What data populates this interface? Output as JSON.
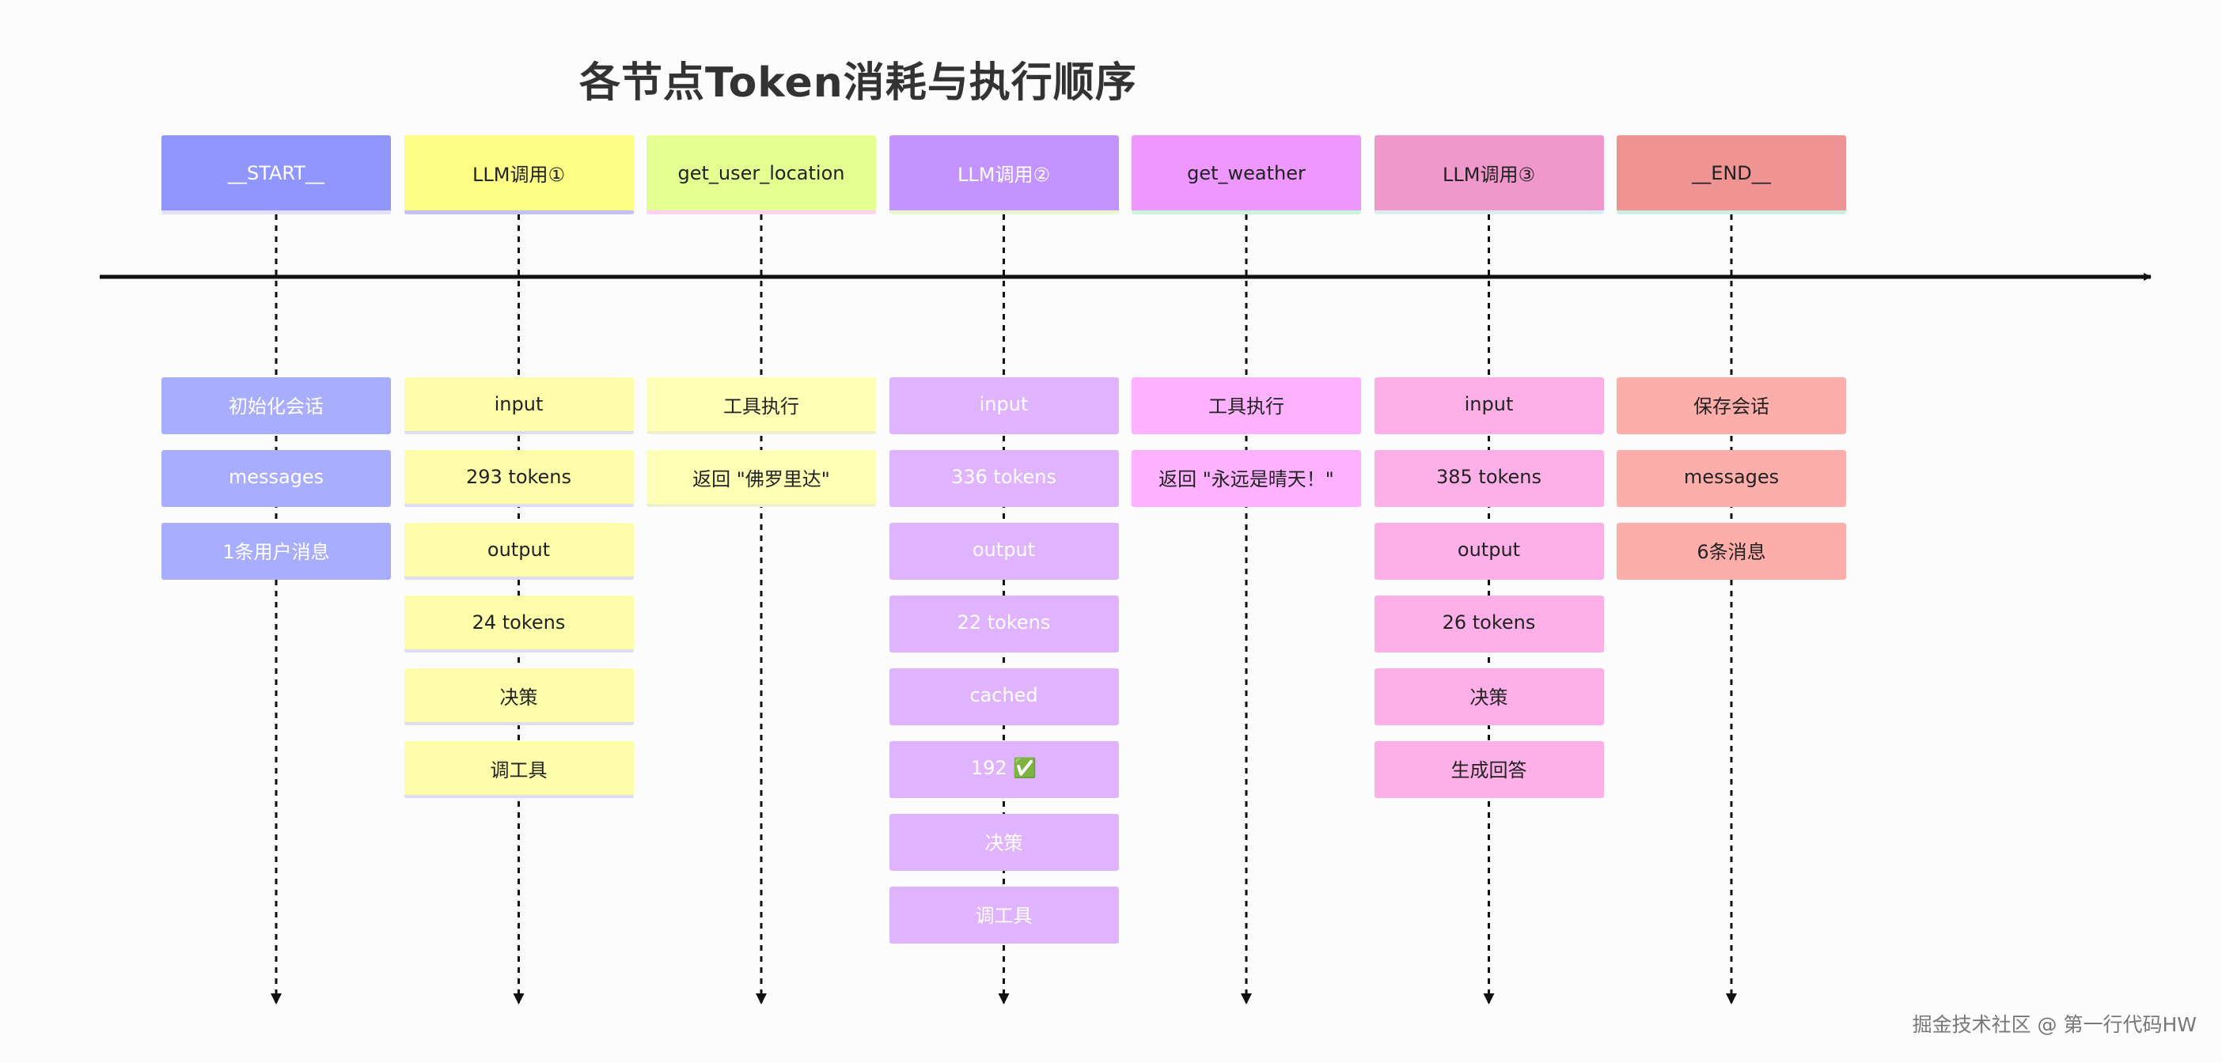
{
  "title": "各节点Token消耗与执行顺序",
  "watermark": "掘金技术社区 @ 第一行代码HW",
  "colors": {
    "axis": "#111111",
    "lifeline": "#111111",
    "title": "#333333"
  },
  "columns": [
    {
      "header": "__START__",
      "header_color": "#9196fc",
      "header_text_color": "#ffffff",
      "header_edge": "#dfe0ff",
      "note_color": "#a9adfd",
      "note_text_color": "#ffffff",
      "note_edge": "#a9adfd",
      "notes": [
        "初始化会话",
        "messages",
        "1条用户消息"
      ]
    },
    {
      "header": "LLM调用①",
      "header_color": "#fefe86",
      "header_text_color": "#222222",
      "header_edge": "#bfc2f3",
      "note_color": "#fefeaa",
      "note_text_color": "#222222",
      "note_edge": "#dddcf2",
      "notes": [
        "input",
        "293 tokens",
        "output",
        "24 tokens",
        "决策",
        "调工具"
      ]
    },
    {
      "header": "get_user_location",
      "header_color": "#e4fe91",
      "header_text_color": "#222222",
      "header_edge": "#ffd0f8",
      "note_color": "#fefeb4",
      "note_text_color": "#222222",
      "note_edge": "#f0f0d0",
      "notes": [
        "工具执行",
        "返回 \"佛罗里达\""
      ]
    },
    {
      "header": "LLM调用②",
      "header_color": "#c394fd",
      "header_text_color": "#ffffff",
      "header_edge": "#e7f8c9",
      "note_color": "#e0b3fe",
      "note_text_color": "#ffffff",
      "note_edge": "#e0b3fe",
      "notes": [
        "input",
        "336 tokens",
        "output",
        "22 tokens",
        "cached",
        "192 ✅",
        "决策",
        "调工具"
      ]
    },
    {
      "header": "get_weather",
      "header_color": "#ee97fe",
      "header_text_color": "#222222",
      "header_edge": "#cbf5d9",
      "note_color": "#fdb1fe",
      "note_text_color": "#222222",
      "note_edge": "#fdb1fe",
      "notes": [
        "工具执行",
        "返回 \"永远是晴天！\""
      ]
    },
    {
      "header": "LLM调用③",
      "header_color": "#f097cb",
      "header_text_color": "#222222",
      "header_edge": "#d8eef2",
      "note_color": "#fdb0e8",
      "note_text_color": "#222222",
      "note_edge": "#fdb0e8",
      "notes": [
        "input",
        "385 tokens",
        "output",
        "26 tokens",
        "决策",
        "生成回答"
      ]
    },
    {
      "header": "__END__",
      "header_color": "#ef9493",
      "header_text_color": "#222222",
      "header_edge": "#c9f0e3",
      "note_color": "#feaeaa",
      "note_text_color": "#222222",
      "note_edge": "#feaeaa",
      "notes": [
        "保存会话",
        "messages",
        "6条消息"
      ]
    }
  ]
}
